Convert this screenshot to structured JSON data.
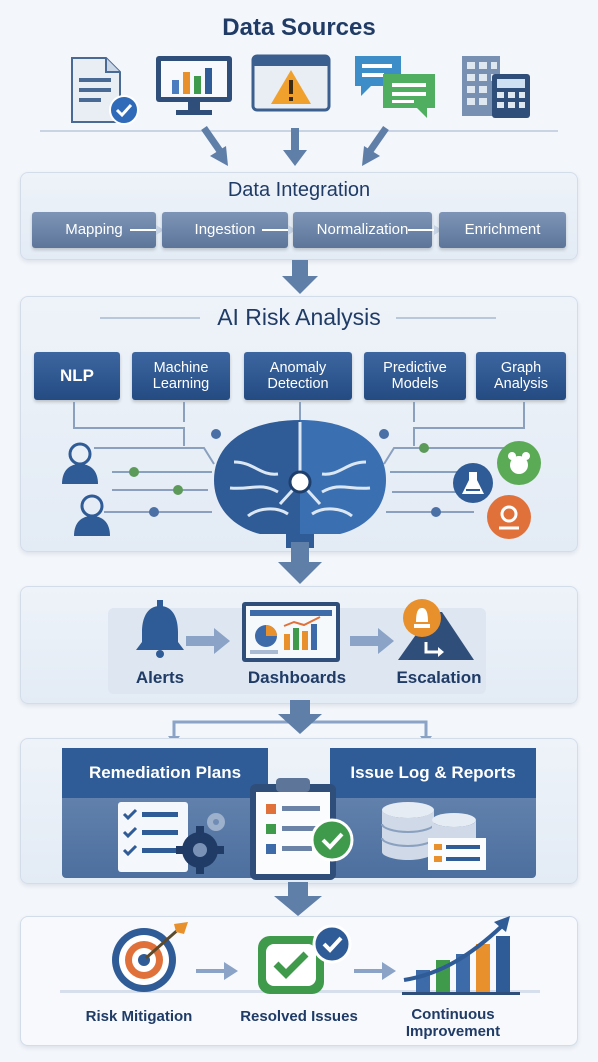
{
  "sections": {
    "data_sources": {
      "title": "Data Sources"
    },
    "data_integration": {
      "title": "Data Integration",
      "steps": [
        "Mapping",
        "Ingestion",
        "Normalization",
        "Enrichment"
      ]
    },
    "ai_risk_analysis": {
      "title": "AI Risk Analysis",
      "methods": [
        "NLP",
        "Machine Learning",
        "Anomaly Detection",
        "Predictive Models",
        "Graph Analysis"
      ]
    },
    "outputs": {
      "items": [
        "Alerts",
        "Dashboards",
        "Escalation"
      ]
    },
    "remediation": {
      "left_title": "Remediation Plans",
      "right_title": "Issue Log & Reports"
    },
    "outcomes": {
      "items": [
        "Risk Mitigation",
        "Resolved Issues",
        "Continuous Improvement"
      ]
    }
  },
  "colors": {
    "navy": "#1f3b66",
    "primary_blue": "#2f5b96",
    "step_gray_blue": "#6b83a6",
    "orange": "#e8912c",
    "green": "#3f9a4c",
    "panel_bg": "#e8eef6"
  },
  "icons": [
    "document-check-icon",
    "monitor-bar-chart-icon",
    "warning-triangle-icon",
    "chat-bubbles-icon",
    "building-calculator-icon",
    "brain-circuit-icon",
    "user-icon",
    "flask-icon",
    "bell-icon",
    "dashboard-monitor-icon",
    "escalation-icon",
    "clipboard-checklist-icon",
    "gear-icon",
    "database-icon",
    "target-icon",
    "check-badge-icon",
    "growth-chart-icon"
  ]
}
